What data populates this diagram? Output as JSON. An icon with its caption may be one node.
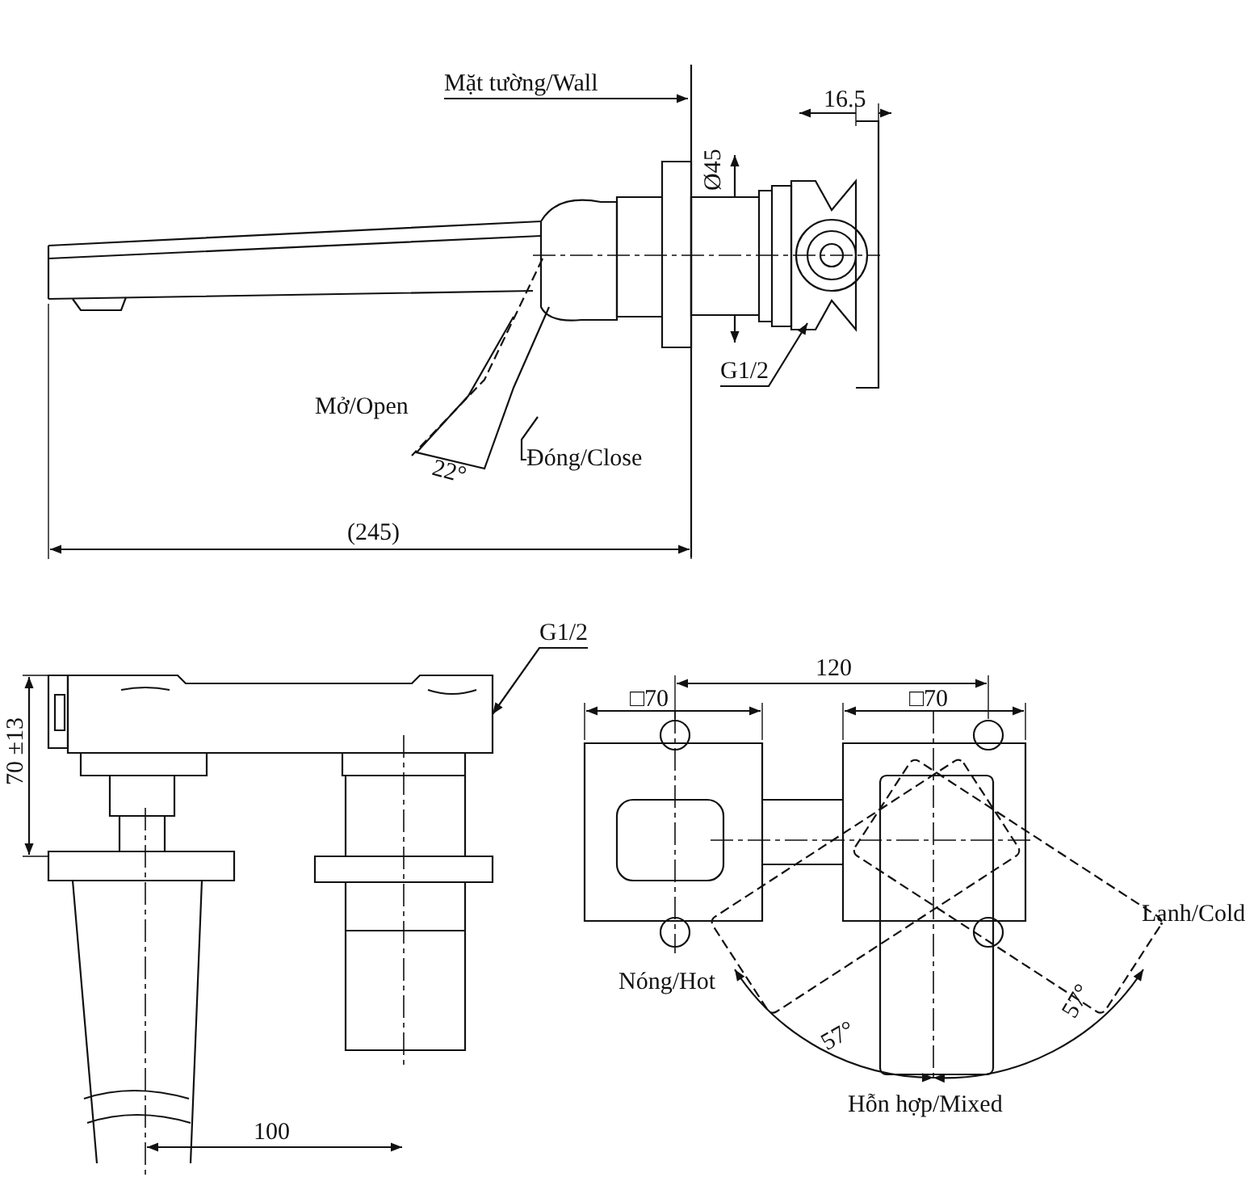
{
  "diagram": {
    "nodes": [
      {
        "text": [
          "Mặt tường/Wall"
        ]
      },
      {
        "text": [
          "G1/2"
        ]
      },
      {
        "text": [
          "Đóng/Close"
        ]
      },
      {
        "text": [
          "G1/2"
        ]
      },
      {
        "text": [],
        "shape": "box"
      }
    ],
    "edges": [
      {
        "from": 0,
        "to": null,
        "arrow": "to"
      },
      {
        "from": 1,
        "to": null,
        "arrow": "to"
      },
      {
        "from": 2,
        "to": null,
        "arrow": "none"
      },
      {
        "from": 3,
        "to": 4,
        "arrow": "to"
      }
    ],
    "labels": [
      "16.5",
      "Ø45",
      "Mở/Open",
      "22°",
      "(245)",
      "70 ±13",
      "120",
      "□70",
      "□70",
      "Lạnh/Cold",
      "Nóng/Hot",
      "57°",
      "57°",
      "Hỗn hợp/Mixed",
      "100"
    ]
  }
}
